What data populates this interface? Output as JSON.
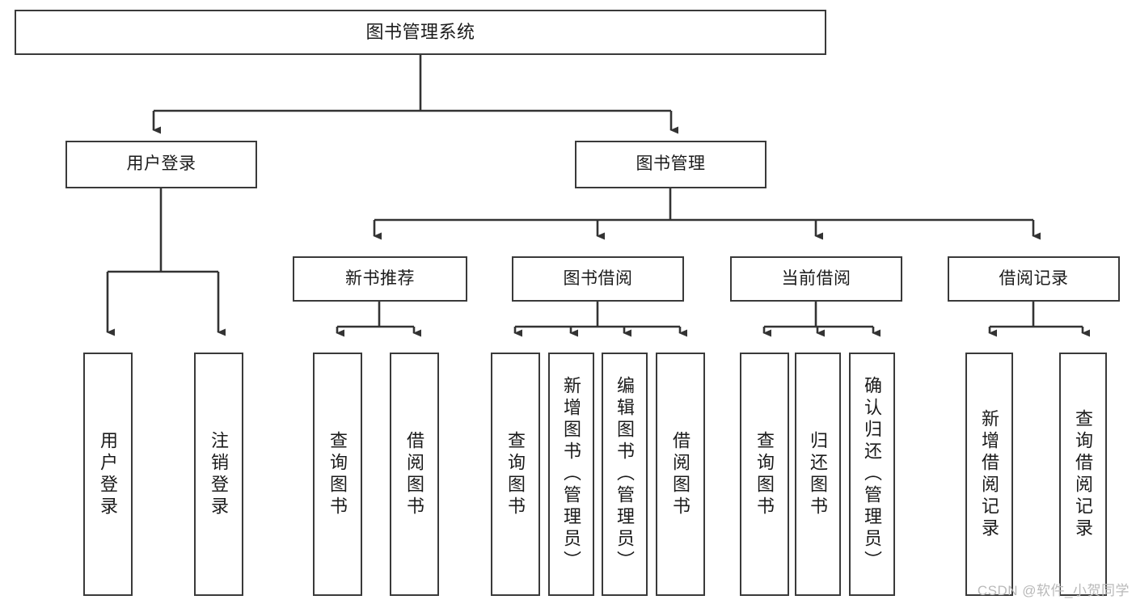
{
  "diagram": {
    "title": "图书管理系统",
    "type": "tree-hierarchy-diagram",
    "watermark": "CSDN @软件_小贺同学",
    "colors": {
      "background": "#ffffff",
      "box_border": "#3a3a3a",
      "connector": "#333333",
      "text": "#1b1b1b",
      "watermark": "#b9b9b9"
    },
    "nodes": {
      "root": {
        "label": "图书管理系统"
      },
      "level1": [
        {
          "label": "用户登录"
        },
        {
          "label": "图书管理"
        }
      ],
      "level2": [
        {
          "label": "新书推荐"
        },
        {
          "label": "图书借阅"
        },
        {
          "label": "当前借阅"
        },
        {
          "label": "借阅记录"
        }
      ],
      "leaves": {
        "user_login": [
          {
            "label": "用户登录"
          },
          {
            "label": "注销登录"
          }
        ],
        "new_book_recommend": [
          {
            "label": "查询图书"
          },
          {
            "label": "借阅图书"
          }
        ],
        "book_borrow": [
          {
            "label": "查询图书"
          },
          {
            "label": "新增图书（管理员）"
          },
          {
            "label": "编辑图书（管理员）"
          },
          {
            "label": "借阅图书"
          }
        ],
        "current_borrow": [
          {
            "label": "查询图书"
          },
          {
            "label": "归还图书"
          },
          {
            "label": "确认归还（管理员）"
          }
        ],
        "borrow_record": [
          {
            "label": "新增借阅记录"
          },
          {
            "label": "查询借阅记录"
          }
        ]
      }
    }
  }
}
